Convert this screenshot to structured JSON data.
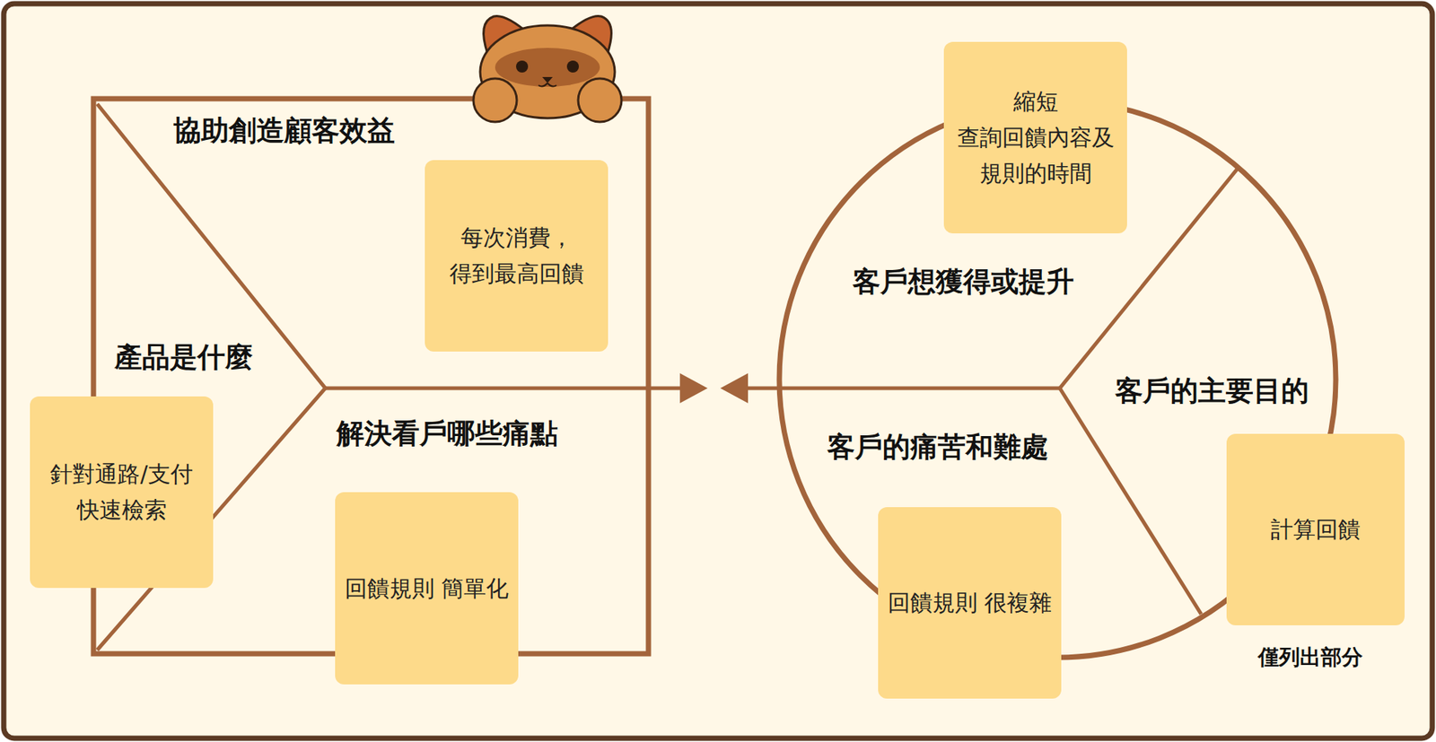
{
  "diagram": {
    "nodes": [
      {
        "text": [
          "協助創造顧客效益",
          "產品是什麼",
          "解決看戶哪些痛點"
        ]
      },
      {
        "text": [
          "每次消費， 得到最高回饋"
        ],
        "in": 0
      },
      {
        "text": [
          "針對通路/支付 快速檢索"
        ],
        "in": 0
      },
      {
        "text": [
          "回饋規則 簡單化"
        ],
        "in": 0
      },
      {
        "text": [
          "客戶想獲得或提升",
          "客戶的主要目的",
          "客戶的痛苦和難處"
        ]
      },
      {
        "text": [
          "縮短 查詢回饋內容及 規則的時間"
        ],
        "in": 4
      },
      {
        "text": [
          "計算回饋"
        ],
        "in": 4
      },
      {
        "text": [
          "回饋規則 很複雜"
        ],
        "in": 4
      }
    ],
    "edges": [
      {
        "from": 0,
        "to": 4,
        "arrow": "both"
      }
    ],
    "labels": [
      "僅列出部分"
    ]
  }
}
